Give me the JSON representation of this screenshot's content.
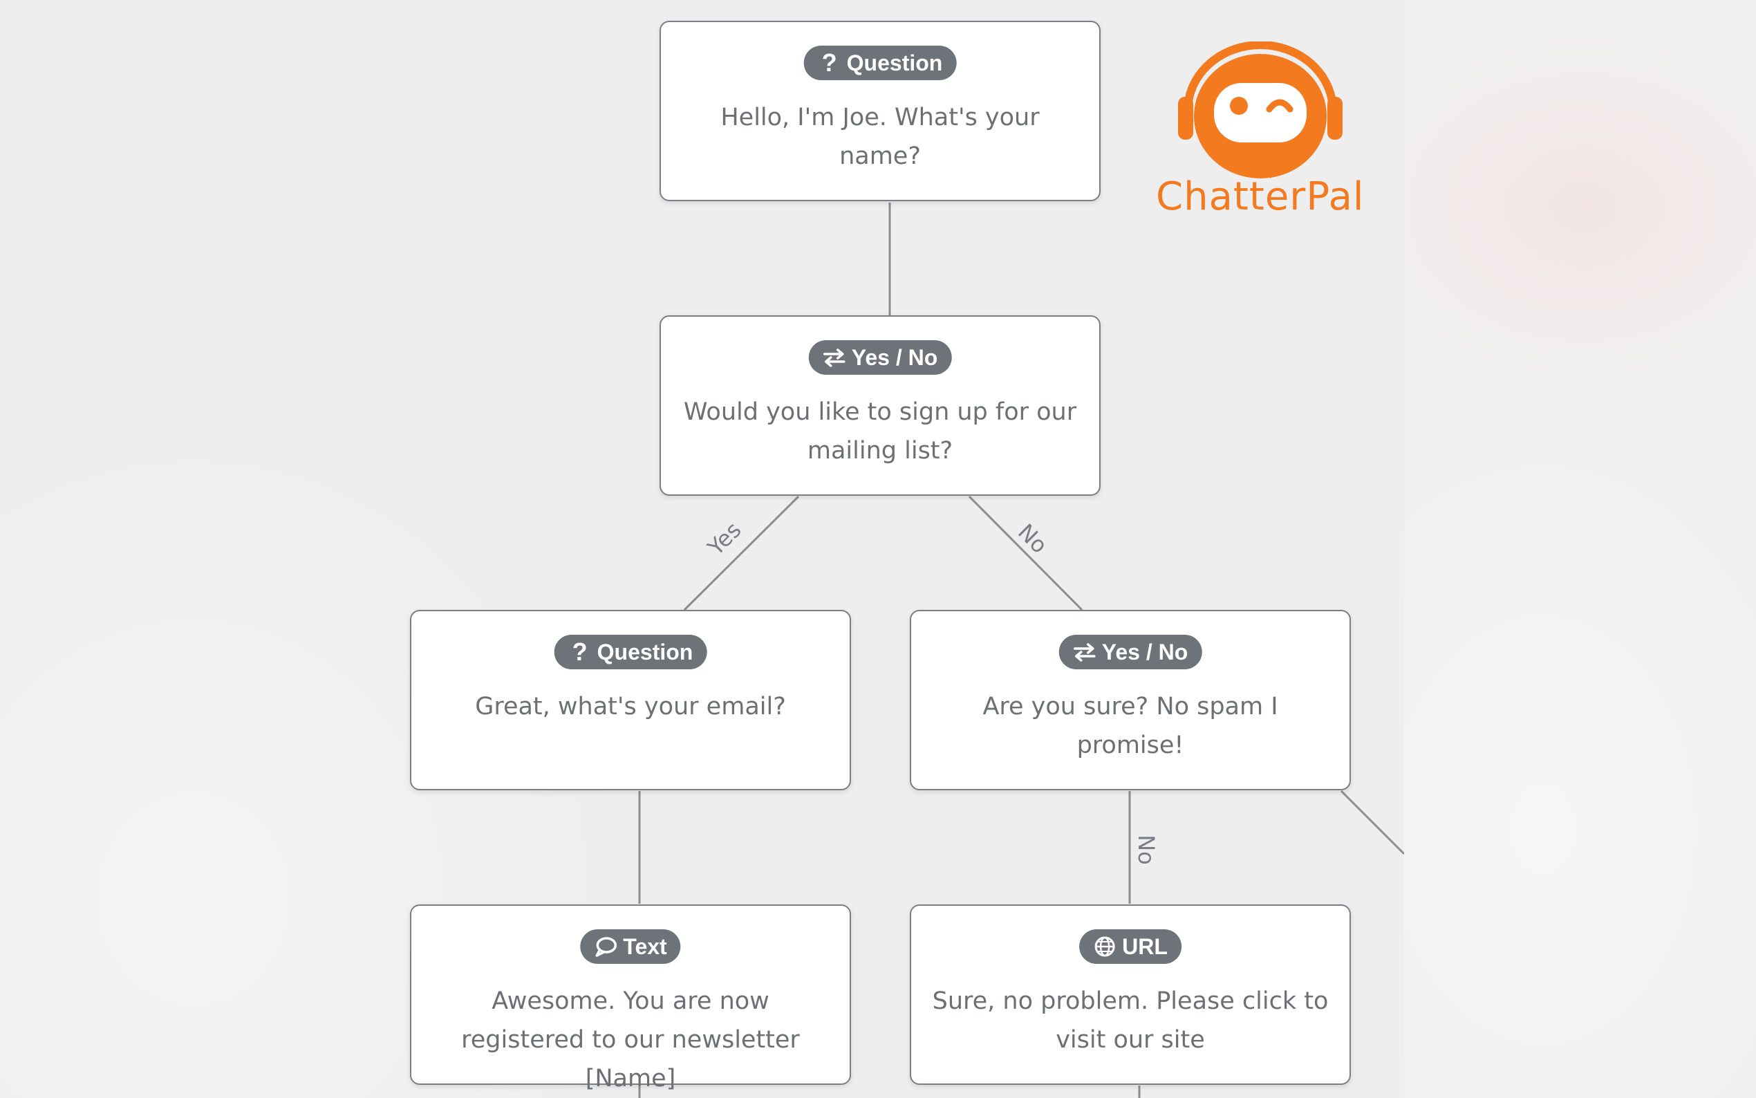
{
  "brand": {
    "name_part1": "Chatter",
    "name_part2": "Pal",
    "accent_color": "#f47a20"
  },
  "colors": {
    "badge_bg": "#6e737a",
    "node_border": "#7b7f85",
    "text": "#6c7075",
    "connector": "#8a8e93"
  },
  "nodes": [
    {
      "id": "n1",
      "type_label": "Question",
      "icon": "question-icon",
      "text": "Hello, I'm Joe. What's your name?"
    },
    {
      "id": "n2",
      "type_label": "Yes / No",
      "icon": "swap-arrows-icon",
      "text": "Would you like to sign up for our mailing list?"
    },
    {
      "id": "n3",
      "type_label": "Question",
      "icon": "question-icon",
      "text": "Great, what's your email?"
    },
    {
      "id": "n4",
      "type_label": "Yes / No",
      "icon": "swap-arrows-icon",
      "text": "Are you sure? No spam I promise!"
    },
    {
      "id": "n5",
      "type_label": "Text",
      "icon": "speech-bubble-icon",
      "text": "Awesome. You are now registered to our newsletter [Name]"
    },
    {
      "id": "n6",
      "type_label": "URL",
      "icon": "globe-icon",
      "text": "Sure, no problem. Please click to visit our site"
    }
  ],
  "edges": [
    {
      "from": "n1",
      "to": "n2",
      "label": ""
    },
    {
      "from": "n2",
      "to": "n3",
      "label": "Yes"
    },
    {
      "from": "n2",
      "to": "n4",
      "label": "No"
    },
    {
      "from": "n3",
      "to": "n5",
      "label": ""
    },
    {
      "from": "n4",
      "to": "n6",
      "label": "No"
    }
  ]
}
